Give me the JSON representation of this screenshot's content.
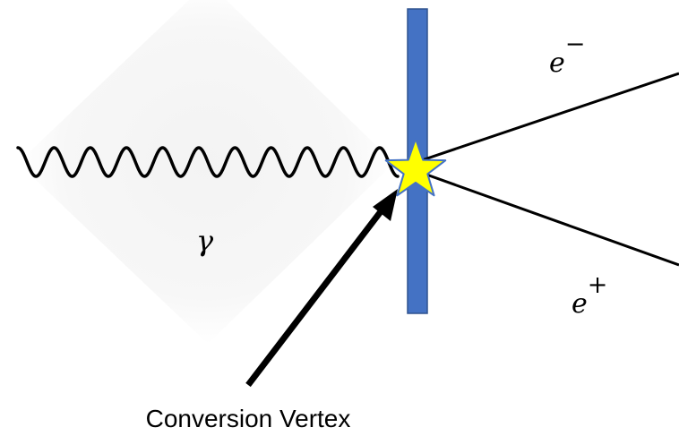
{
  "labels": {
    "photon_symbol": "γ",
    "electron_base": "e",
    "electron_charge": "−",
    "positron_base": "e",
    "positron_charge": "+",
    "vertex_caption": "Conversion Vertex"
  },
  "colors": {
    "detector_layer": "#4472c4",
    "detector_border": "#2f528f",
    "vertex_star": "#ffff00",
    "vertex_star_border": "#4472c4",
    "lines": "#000000",
    "photon_background": "#f5f5f5"
  },
  "icons": {
    "vertex": "star-icon"
  }
}
